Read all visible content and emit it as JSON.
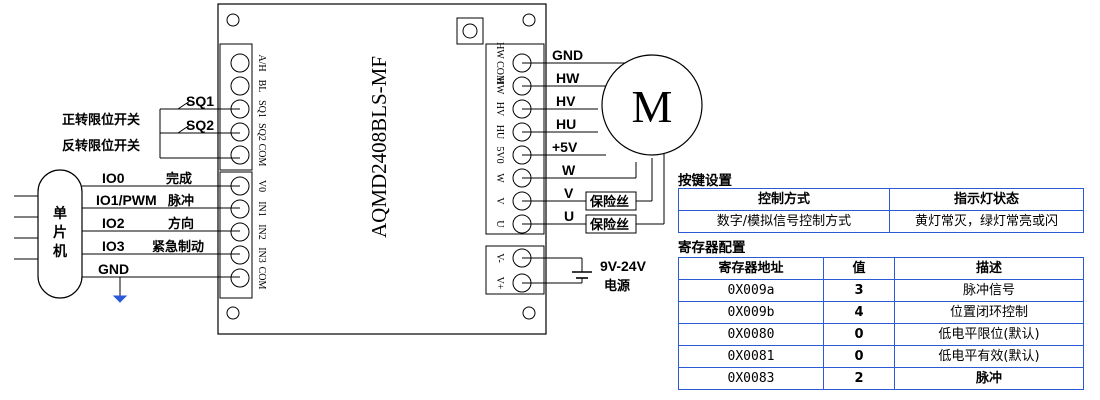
{
  "driver": {
    "model": "AQMD2408BLS-MF",
    "left_pins": [
      "A/H",
      "BL",
      "SQ1",
      "SQ2",
      "COM",
      "V0",
      "IN1",
      "IN2",
      "IN3",
      "COM"
    ],
    "right_pins": [
      "HW COM",
      "HW",
      "HV",
      "HU",
      "5V0",
      "W",
      "V",
      "U",
      "V-",
      "V+"
    ]
  },
  "mcu": {
    "label": "单片机",
    "signals": [
      {
        "pin": "IO0",
        "func": "完成"
      },
      {
        "pin": "IO1/PWM",
        "func": "脉冲"
      },
      {
        "pin": "IO2",
        "func": "方向"
      },
      {
        "pin": "IO3",
        "func": "紧急制动"
      }
    ],
    "gnd": "GND"
  },
  "switches": {
    "sq1": "SQ1",
    "sq2": "SQ2",
    "forward_label": "正转限位开关",
    "reverse_label": "反转限位开关"
  },
  "motor": {
    "symbol": "M",
    "labels": [
      "GND",
      "HW",
      "HV",
      "HU",
      "+5V",
      "W",
      "V",
      "U"
    ],
    "fuse": "保险丝"
  },
  "power": {
    "voltage": "9V-24V",
    "label": "电源"
  },
  "key_settings": {
    "title": "按键设置",
    "headers": [
      "控制方式",
      "指示灯状态"
    ],
    "row": [
      "数字/模拟信号控制方式",
      "黄灯常灭，绿灯常亮或闪"
    ]
  },
  "register_config": {
    "title": "寄存器配置",
    "headers": [
      "寄存器地址",
      "值",
      "描述"
    ],
    "rows": [
      [
        "0X009a",
        "3",
        "脉冲信号"
      ],
      [
        "0X009b",
        "4",
        "位置闭环控制"
      ],
      [
        "0X0080",
        "0",
        "低电平限位(默认)"
      ],
      [
        "0X0081",
        "0",
        "低电平有效(默认)"
      ],
      [
        "0X0083",
        "2",
        "脉冲"
      ]
    ]
  }
}
